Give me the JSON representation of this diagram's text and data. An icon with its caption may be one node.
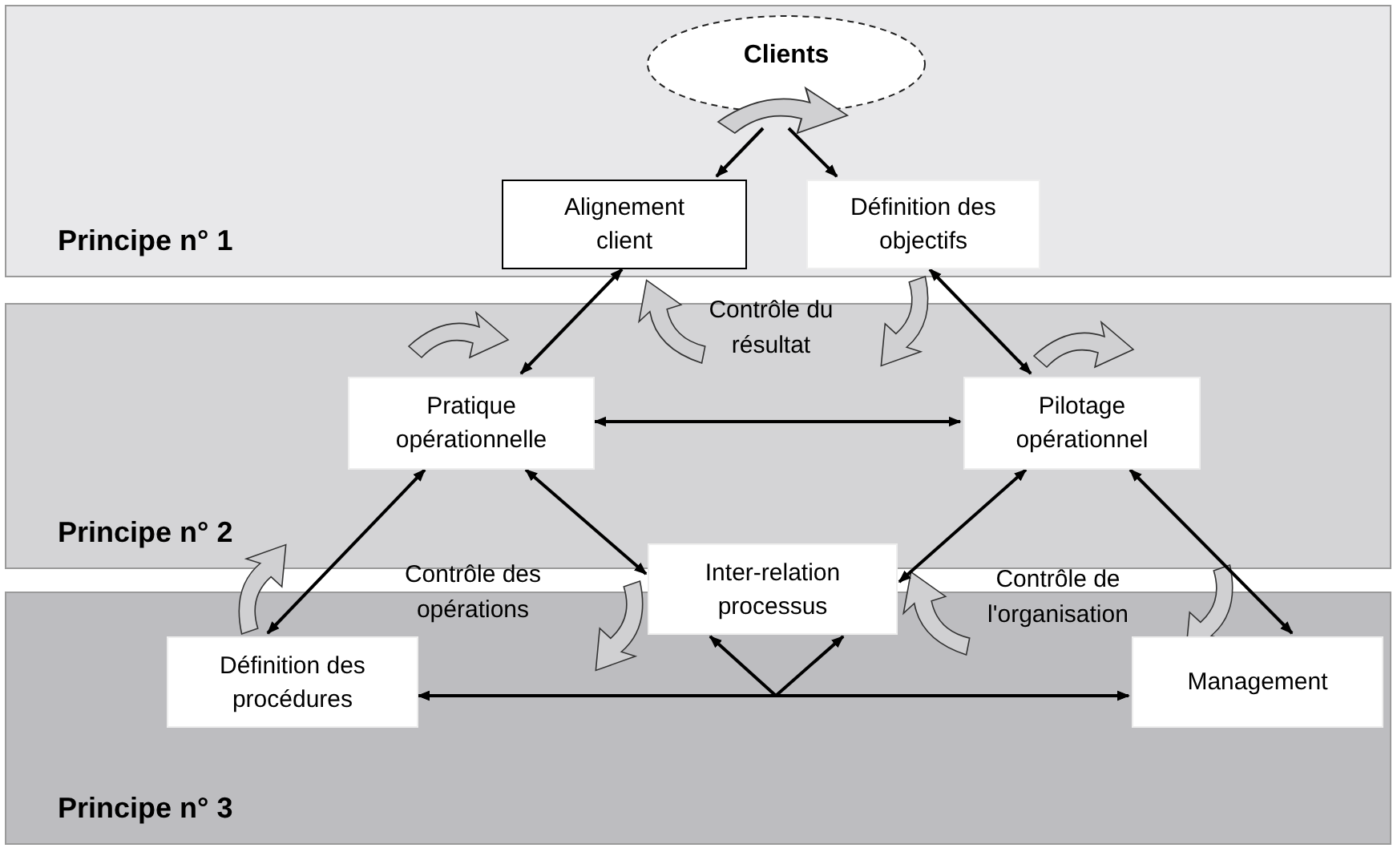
{
  "diagram": {
    "nodes": [
      {
        "text": [
          "Principe n° 1"
        ]
      },
      {
        "text": [
          "Principe n° 2"
        ]
      },
      {
        "text": [
          "Principe n° 3"
        ]
      },
      {
        "text": [
          "Clients"
        ],
        "in": 0
      },
      {
        "text": [
          "Alignement client"
        ],
        "in": 0
      },
      {
        "text": [
          "Définition des objectifs"
        ],
        "in": 0
      },
      {
        "text": [
          "Pratique opérationnelle"
        ],
        "in": 1
      },
      {
        "text": [
          "Pilotage opérationnel"
        ],
        "in": 1
      },
      {
        "text": [
          "Inter-relation processus"
        ]
      },
      {
        "text": [
          "Définition des procédures"
        ],
        "in": 2
      },
      {
        "text": [
          "Management"
        ],
        "in": 2
      }
    ],
    "edges": [
      {
        "from": 3,
        "to": 4,
        "arrow": "to"
      },
      {
        "from": 3,
        "to": 5,
        "arrow": "to"
      },
      {
        "from": 4,
        "to": 6,
        "arrow": "both"
      },
      {
        "from": 5,
        "to": 7,
        "arrow": "both"
      },
      {
        "from": 6,
        "to": 7,
        "arrow": "both"
      },
      {
        "from": 6,
        "to": 8,
        "arrow": "both"
      },
      {
        "from": 7,
        "to": 8,
        "arrow": "both"
      },
      {
        "from": 7,
        "to": 10,
        "arrow": "both"
      },
      {
        "from": 6,
        "to": 9,
        "arrow": "both"
      },
      {
        "from": 9,
        "to": 10,
        "arrow": "both"
      },
      {
        "from": 9,
        "to": 8,
        "arrow": "both"
      },
      {
        "from": 10,
        "to": 8,
        "arrow": "both"
      }
    ],
    "labels": [
      "Contrôle du résultat",
      "Contrôle des opérations",
      "Contrôle de l'organisation"
    ]
  }
}
